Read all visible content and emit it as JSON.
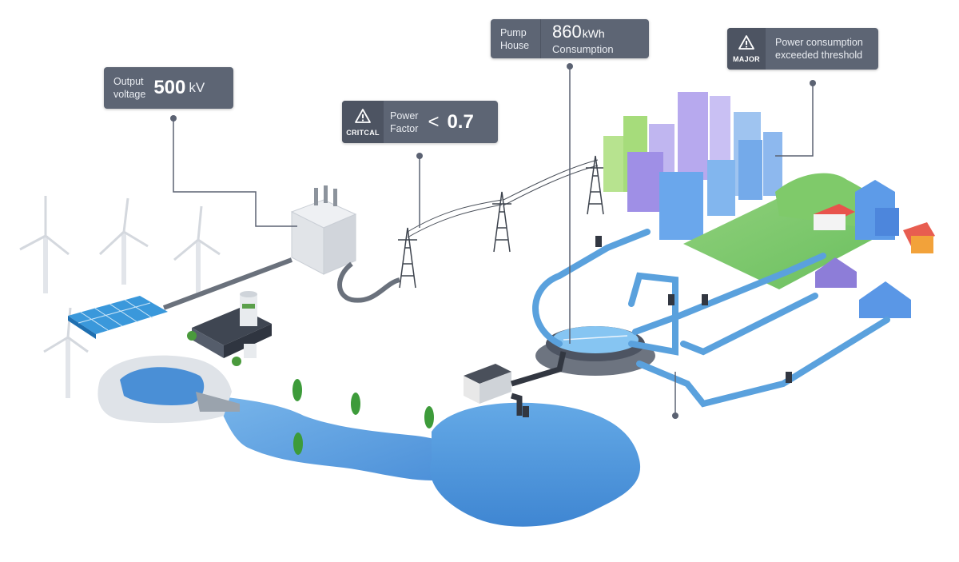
{
  "callouts": {
    "output_voltage": {
      "label_line1": "Output",
      "label_line2": "voltage",
      "value": "500",
      "unit": "kV"
    },
    "power_factor": {
      "severity": "CRITCAL",
      "label_line1": "Power",
      "label_line2": "Factor",
      "operator": "<",
      "value": "0.7"
    },
    "pump_house": {
      "label_line1": "Pump",
      "label_line2": "House",
      "value": "860",
      "unit": "kWh",
      "caption": "Consumption"
    },
    "consumption_alert": {
      "severity": "MAJOR",
      "line1": "Power consumption",
      "line2": "exceeded threshold"
    }
  },
  "colors": {
    "card": "#5d6574",
    "card_dark": "#4d5462",
    "connector": "#5b6272",
    "water": "#4a90d9",
    "pipe": "#5aa1dd",
    "grass": "#7bc86c"
  },
  "icons": [
    "warning-triangle-icon",
    "wind-turbine-icon",
    "solar-panel-icon",
    "factory-icon",
    "transformer-icon",
    "pylon-icon",
    "building-icon",
    "house-icon",
    "tree-icon",
    "dam-icon",
    "water-tank-icon",
    "meter-icon"
  ]
}
